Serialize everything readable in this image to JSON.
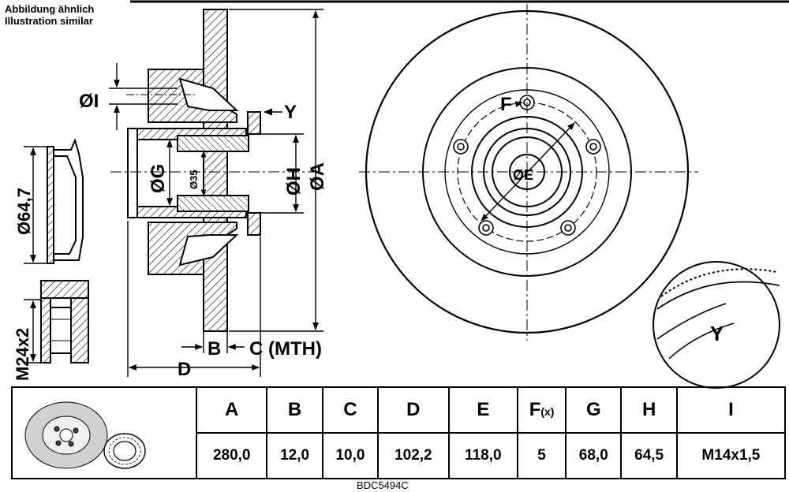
{
  "caption": {
    "line1": "Abbildung ähnlich",
    "line2": "Illustration similar"
  },
  "labels": {
    "dia_i": "ØI",
    "dia_g": "ØG",
    "dia_35": "Ø35",
    "dia_h": "ØH",
    "dia_a": "ØA",
    "dia_64_7": "Ø64,7",
    "m24x2": "M24x2",
    "y_marker": "Y",
    "b": "B",
    "c_mth": "C (MTH)",
    "d": "D",
    "f": "F",
    "dia_e": "ØE",
    "y_detail": "Y"
  },
  "table": {
    "headers": [
      "A",
      "B",
      "C",
      "D",
      "E",
      "F",
      "G",
      "H",
      "I"
    ],
    "f_suffix": "(x)",
    "values": [
      "280,0",
      "12,0",
      "10,0",
      "102,2",
      "118,0",
      "5",
      "68,0",
      "64,5",
      "M14x1,5"
    ]
  },
  "part_number": "BDC5494C",
  "colors": {
    "line": "#000000",
    "hatch": "#000000",
    "background": "#ffffff"
  }
}
